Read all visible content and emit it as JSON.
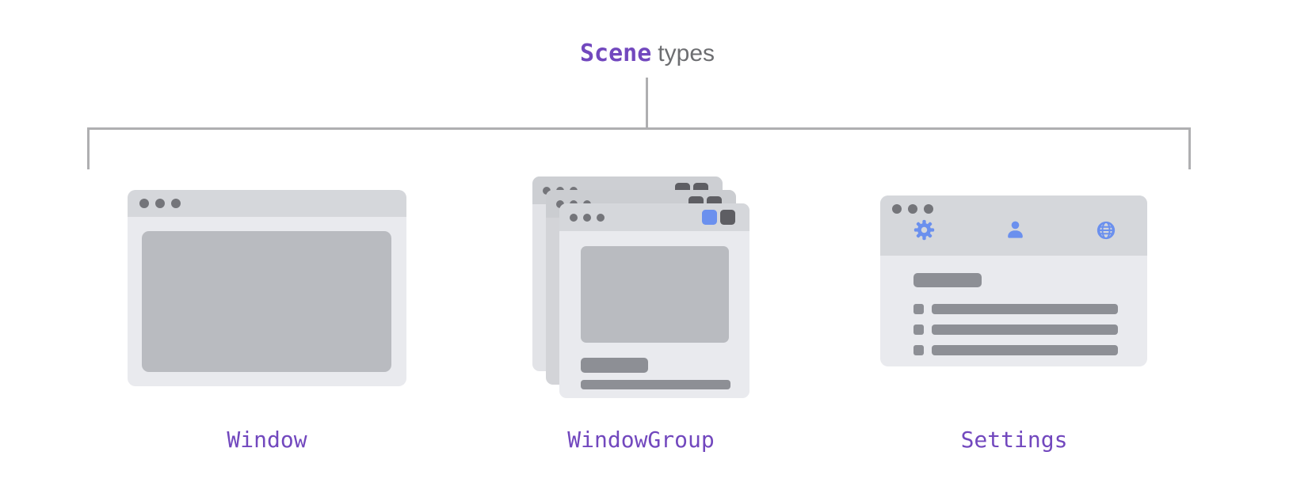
{
  "diagram": {
    "title": {
      "code_text": "Scene",
      "plain_text": "types"
    }
  },
  "nodes": [
    {
      "id": "window",
      "label": "Window",
      "illustration": "single-window"
    },
    {
      "id": "window-group",
      "label": "WindowGroup",
      "illustration": "stacked-windows"
    },
    {
      "id": "settings",
      "label": "Settings",
      "illustration": "settings-window"
    }
  ],
  "icons": {
    "settings_toolbar": [
      "gear-icon",
      "person-icon",
      "globe-icon"
    ],
    "window_controls": [
      "traffic-light-dots",
      "blue-square-button",
      "gray-square-button"
    ]
  },
  "colors": {
    "bg": "#ffffff",
    "purple": "#7248BE",
    "textgray": "#6D6E71",
    "line": "#AFAFB1",
    "bar": "#D5D7DB",
    "body": "#E9EAEE",
    "content": "#B9BBC0",
    "dot": "#74757A",
    "darksq": "#5E5E63",
    "blue": "#6B90EE",
    "ph": "#8D8F95",
    "b1body": "#E2E3E7",
    "b1bar": "#CDCFD3",
    "b2body": "#D3D4D8",
    "b2bar": "#CBCDD1"
  }
}
